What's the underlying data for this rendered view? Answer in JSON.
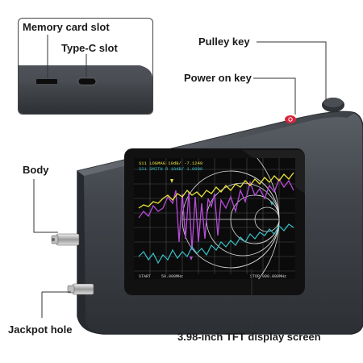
{
  "labels": {
    "memory_card_slot": "Memory card slot",
    "type_c_slot": "Type-C slot",
    "pulley_key": "Pulley key",
    "power_on_key": "Power on key",
    "body": "Body",
    "jackpot_hole": "Jackpot hole",
    "display_screen": "3.98-inch TFT display screen"
  },
  "screen": {
    "header_line1": "S11 LOGMAG 10dB/ -7.1249",
    "header_line2": "S21 SMITH R 10dB/ 1.0000",
    "footer_left": "START",
    "footer_mid": "50.000MHz",
    "footer_right": "STOP 900.000MHz"
  },
  "colors": {
    "device_body": "#3f4348",
    "device_edge": "#2a2d31",
    "bezel": "#111111",
    "screen_bg": "#0b0b0b",
    "trace_yellow": "#e8e23a",
    "trace_purple": "#b84bdb",
    "trace_cyan": "#39c2c9",
    "smith_chart": "#d9d9d9",
    "power_button": "#d6263a"
  },
  "icons": {
    "power_button": "power-icon",
    "sma_connector": "connector-icon"
  }
}
